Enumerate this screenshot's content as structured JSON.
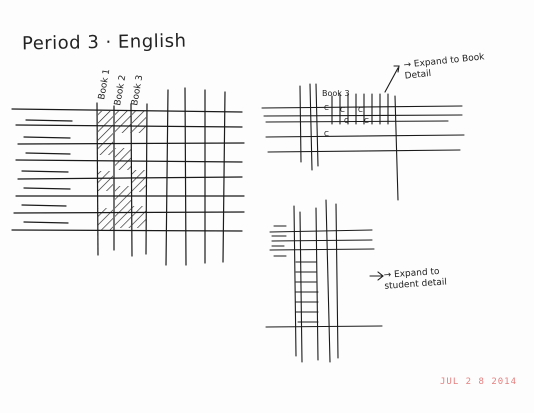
{
  "title": "Period 3 · English",
  "column_labels": [
    "Book 1",
    "Book 2",
    "Book 3"
  ],
  "detail_grid": {
    "column_label": "Book 3",
    "cell_marks": [
      "C",
      "C",
      "C",
      "C",
      "C",
      "C"
    ]
  },
  "notes": {
    "book_detail": "→ Expand to Book Detail",
    "student_detail": "→ Expand to student detail"
  },
  "date_stamp": "JUL 2 8 2014"
}
